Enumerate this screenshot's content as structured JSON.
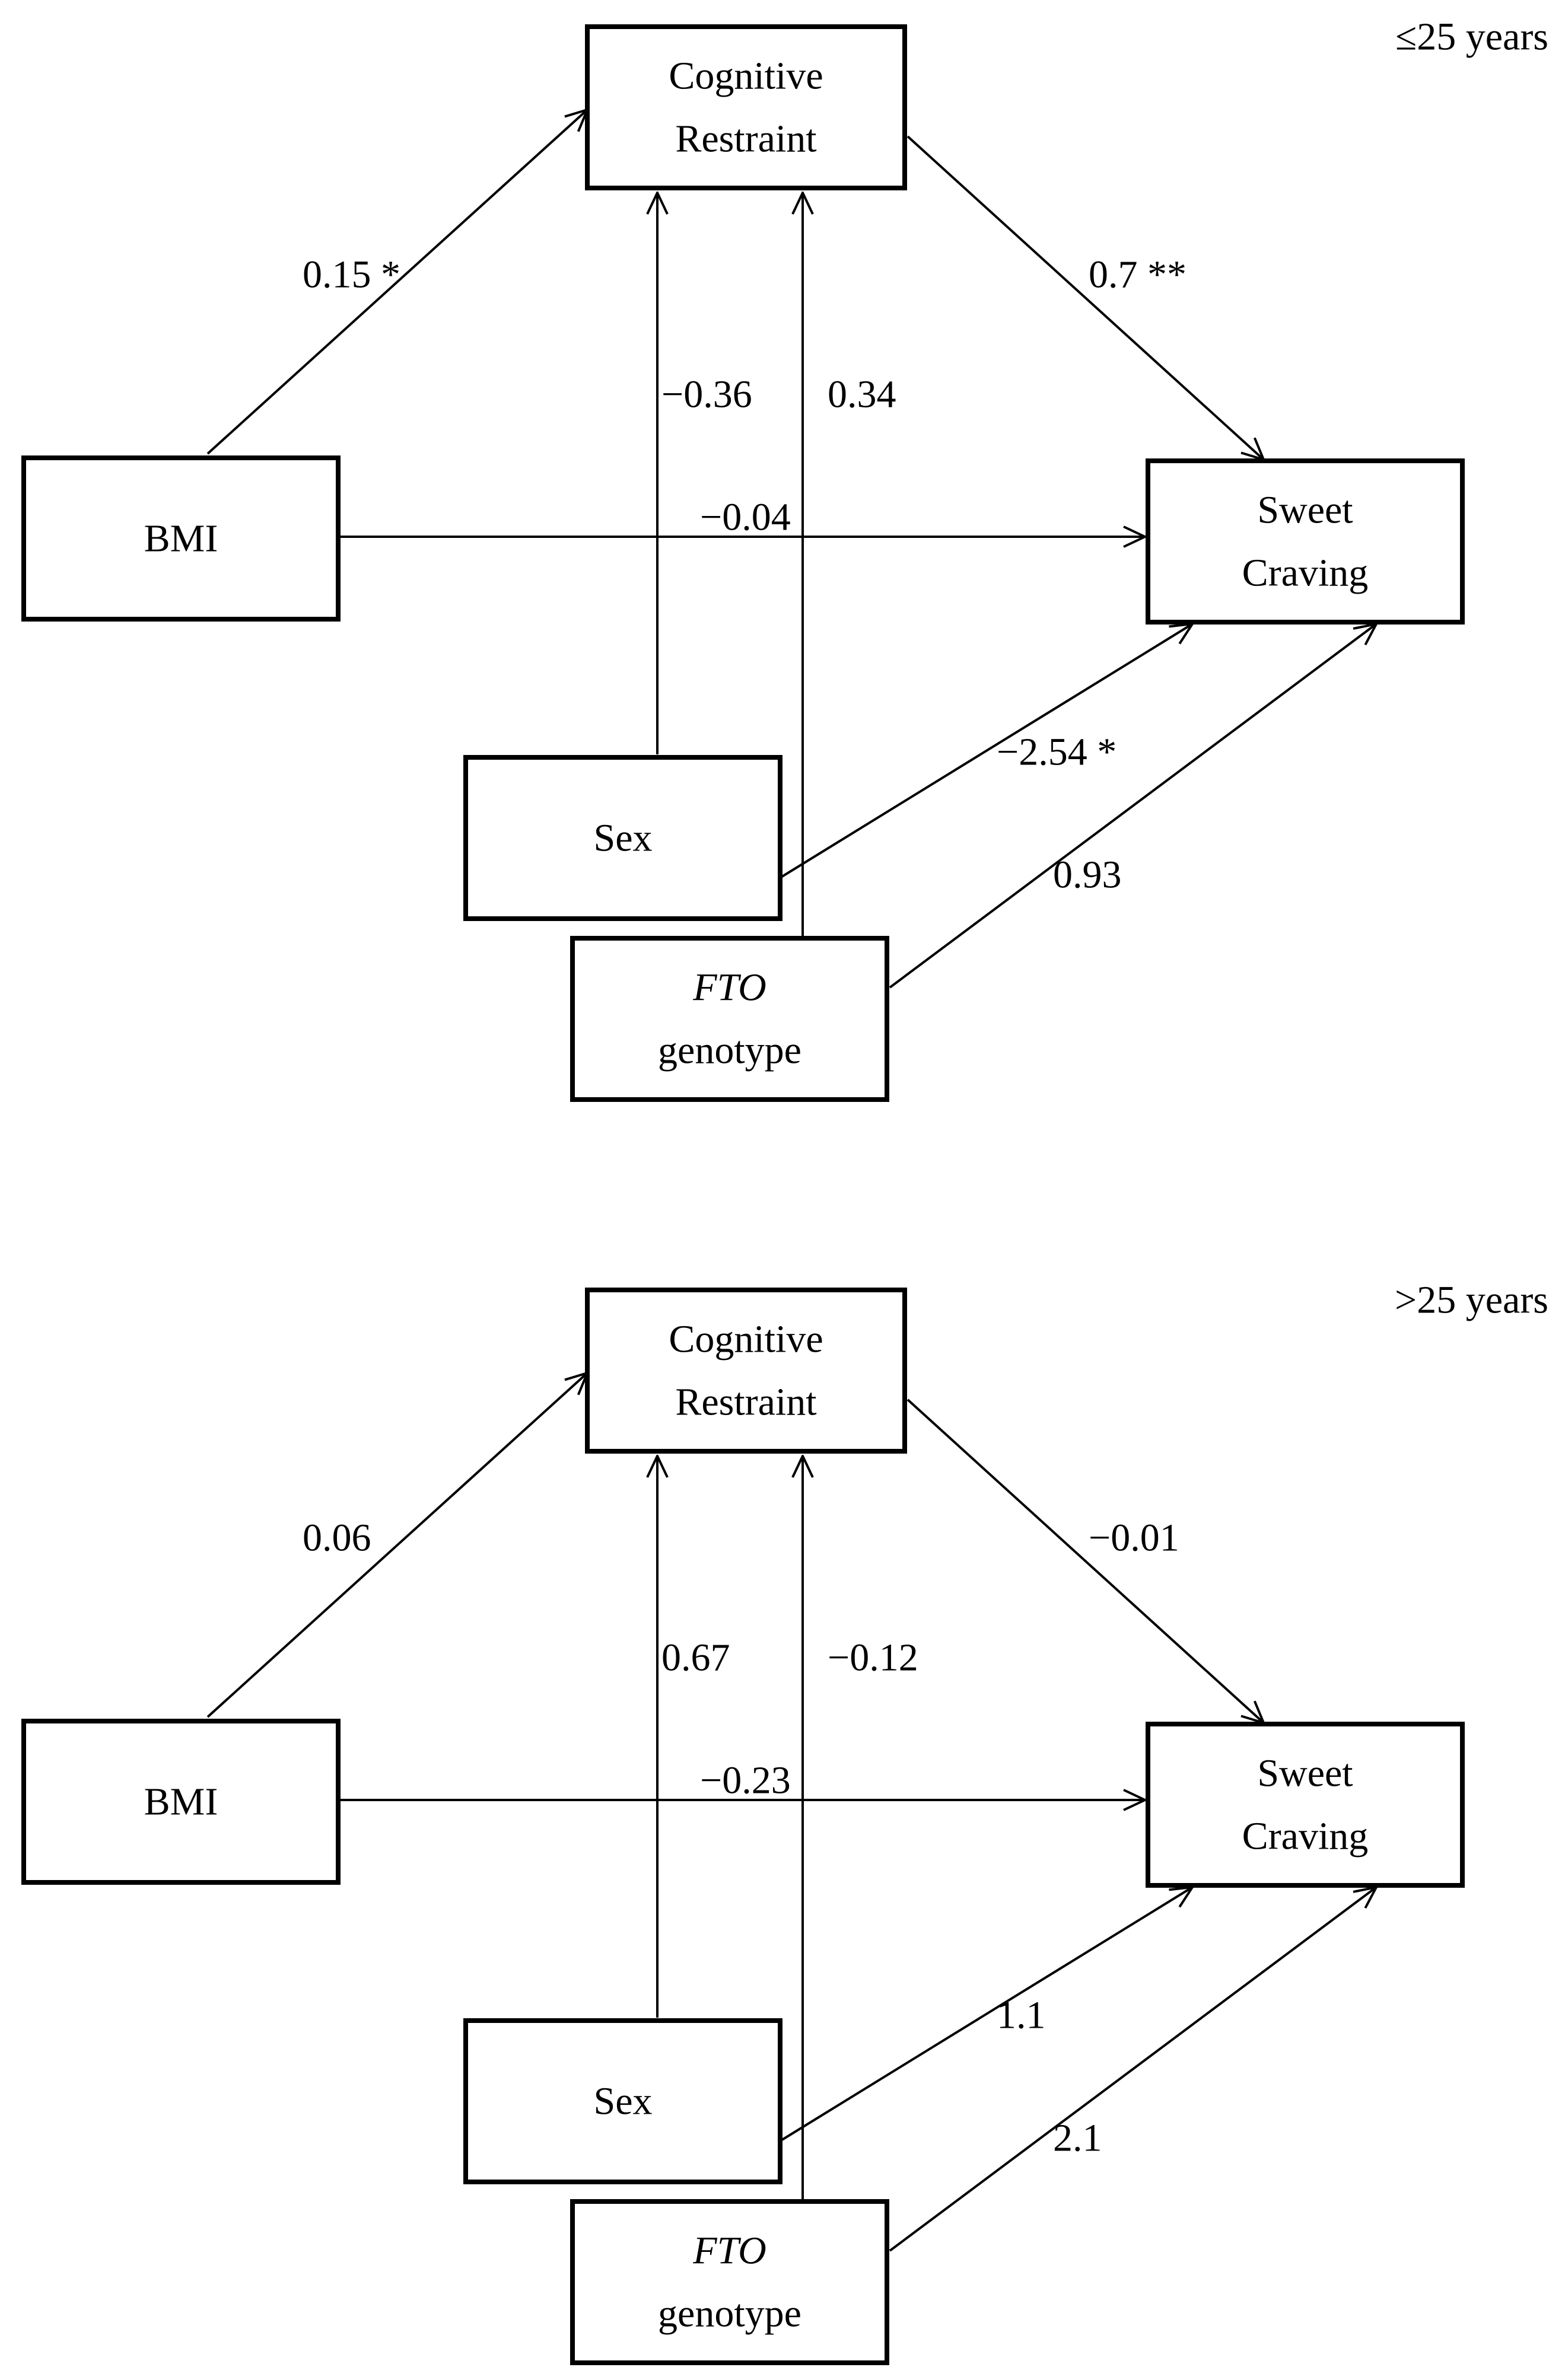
{
  "panels": [
    {
      "id": "young",
      "label": "≤25 years",
      "nodes": {
        "cr": [
          "Cognitive",
          "Restraint"
        ],
        "bmi": [
          "BMI"
        ],
        "sc": [
          "Sweet",
          "Craving"
        ],
        "sex": [
          "Sex"
        ],
        "fto": [
          "FTO",
          "genotype"
        ]
      },
      "edges": [
        {
          "from": "bmi",
          "to": "cr",
          "coef": "0.15 *"
        },
        {
          "from": "cr",
          "to": "sc",
          "coef": "0.7 **"
        },
        {
          "from": "sex",
          "to": "cr",
          "coef": "−0.36"
        },
        {
          "from": "fto",
          "to": "cr",
          "coef": "0.34"
        },
        {
          "from": "bmi",
          "to": "sc",
          "coef": "−0.04"
        },
        {
          "from": "sex",
          "to": "sc",
          "coef": "−2.54 *"
        },
        {
          "from": "fto",
          "to": "sc",
          "coef": "0.93"
        }
      ]
    },
    {
      "id": "old",
      "label": ">25 years",
      "nodes": {
        "cr": [
          "Cognitive",
          "Restraint"
        ],
        "bmi": [
          "BMI"
        ],
        "sc": [
          "Sweet",
          "Craving"
        ],
        "sex": [
          "Sex"
        ],
        "fto": [
          "FTO",
          "genotype"
        ]
      },
      "edges": [
        {
          "from": "bmi",
          "to": "cr",
          "coef": "0.06"
        },
        {
          "from": "cr",
          "to": "sc",
          "coef": "−0.01"
        },
        {
          "from": "sex",
          "to": "cr",
          "coef": "0.67"
        },
        {
          "from": "fto",
          "to": "cr",
          "coef": "−0.12"
        },
        {
          "from": "bmi",
          "to": "sc",
          "coef": "−0.23"
        },
        {
          "from": "sex",
          "to": "sc",
          "coef": "1.1"
        },
        {
          "from": "fto",
          "to": "sc",
          "coef": "2.1"
        }
      ]
    }
  ]
}
